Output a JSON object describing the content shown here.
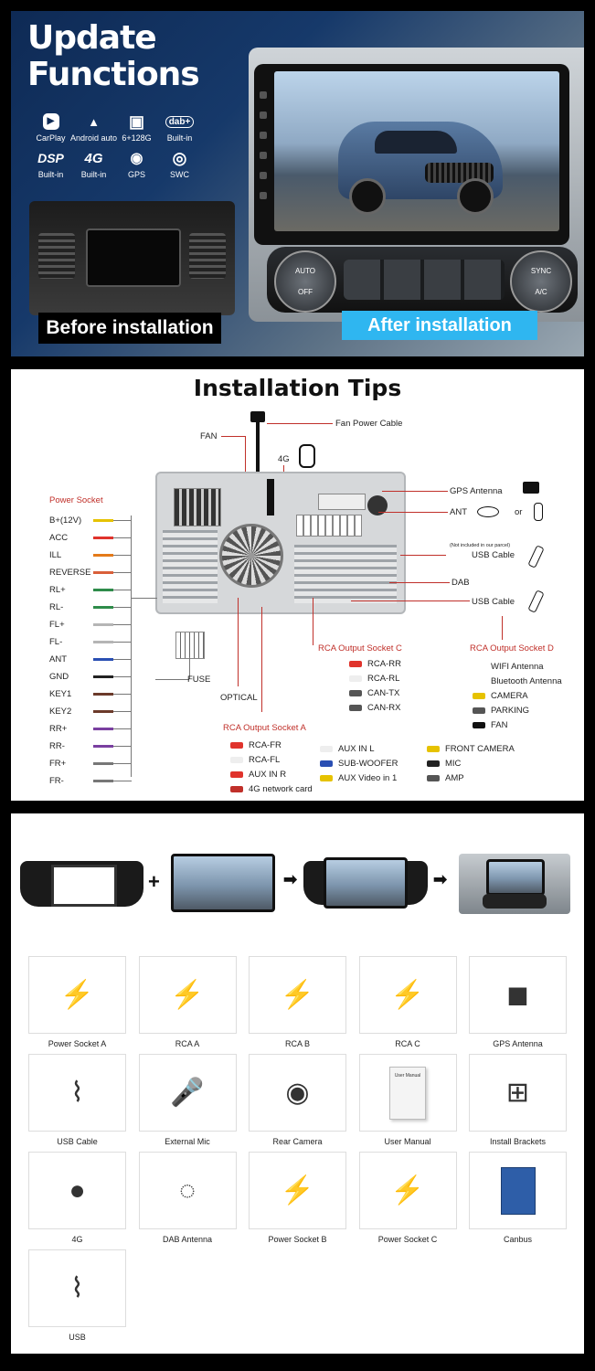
{
  "section1": {
    "headline_line1": "Update",
    "headline_line2": "Functions",
    "features": [
      {
        "icon": "carplay-icon",
        "glyph": "▶",
        "label": "CarPlay"
      },
      {
        "icon": "android-auto-icon",
        "glyph": "▲",
        "label": "Android auto"
      },
      {
        "icon": "chip-icon",
        "glyph": "▣",
        "label": "6+128G"
      },
      {
        "icon": "dab-icon",
        "glyph": "dab+",
        "label": "Built-in"
      },
      {
        "icon": "dsp-icon",
        "glyph": "DSP",
        "label": "Built-in"
      },
      {
        "icon": "4g-icon",
        "glyph": "4G",
        "label": "Built-in"
      },
      {
        "icon": "gps-icon",
        "glyph": "◉",
        "label": "GPS"
      },
      {
        "icon": "steering-wheel-icon",
        "glyph": "◎",
        "label": "SWC"
      }
    ],
    "before_label": "Before installation",
    "after_label": "After installation",
    "knob_left_top": "AUTO",
    "knob_left_bottom": "OFF",
    "knob_right_top": "SYNC",
    "knob_right_bottom": "A/C"
  },
  "section2": {
    "title": "Installation Tips",
    "fan": "FAN",
    "fan_power_cable": "Fan Power Cable",
    "label_4g": "4G",
    "gps_antenna": "GPS Antenna",
    "ant": "ANT",
    "or": "or",
    "not_included": "(Not included in our parcel)",
    "usb_cable_1": "USB Cable",
    "dab": "DAB",
    "usb_cable_2": "USB Cable",
    "power_socket": "Power Socket",
    "power_pins": [
      "B+(12V)",
      "ACC",
      "ILL",
      "REVERSE",
      "RL+",
      "RL-",
      "FL+",
      "FL-",
      "ANT",
      "GND",
      "KEY1",
      "KEY2",
      "RR+",
      "RR-",
      "FR+",
      "FR-"
    ],
    "power_pin_colors": [
      "#e6c200",
      "#e0332c",
      "#e47a1a",
      "#d9603a",
      "#2e8c4a",
      "#2e8c4a",
      "#b5b5b5",
      "#b5b5b5",
      "#2a4fb3",
      "#222222",
      "#6b3a2a",
      "#6b3a2a",
      "#7a3fa0",
      "#7a3fa0",
      "#777777",
      "#777777"
    ],
    "fuse": "FUSE",
    "optical": "OPTICAL",
    "rca_c_title": "RCA Output Socket C",
    "rca_c": [
      "RCA-RR",
      "RCA-RL",
      "CAN-TX",
      "CAN-RX"
    ],
    "rca_d_title": "RCA Output Socket D",
    "rca_d": [
      "WIFI Antenna",
      "Bluetooth Antenna",
      "CAMERA",
      "PARKING",
      "FAN"
    ],
    "rca_a_title": "RCA Output Socket A",
    "rca_a": [
      "RCA-FR",
      "RCA-FL",
      "AUX IN R",
      "4G network card"
    ],
    "aux": [
      "AUX IN L",
      "SUB-WOOFER",
      "AUX Video in 1"
    ],
    "camera": [
      "FRONT CAMERA",
      "MIC",
      "AMP"
    ]
  },
  "section3": {
    "plus": "+",
    "items": [
      {
        "label": "Power Socket A",
        "icon": "power-socket-a-icon"
      },
      {
        "label": "RCA  A",
        "icon": "rca-a-icon"
      },
      {
        "label": "RCA  B",
        "icon": "rca-b-icon"
      },
      {
        "label": "RCA  C",
        "icon": "rca-c-icon"
      },
      {
        "label": "GPS Antenna",
        "icon": "gps-antenna-icon"
      },
      {
        "label": "USB Cable",
        "icon": "usb-cable-icon"
      },
      {
        "label": "External Mic",
        "icon": "microphone-icon"
      },
      {
        "label": "Rear Camera",
        "icon": "camera-icon"
      },
      {
        "label": "User Manual",
        "icon": "manual-icon"
      },
      {
        "label": "Install Brackets",
        "icon": "bracket-icon"
      },
      {
        "label": "4G",
        "icon": "4g-antenna-icon"
      },
      {
        "label": "DAB Antenna",
        "icon": "dab-antenna-icon"
      },
      {
        "label": "Power Socket B",
        "icon": "power-socket-b-icon"
      },
      {
        "label": "Power Socket C",
        "icon": "power-socket-c-icon"
      },
      {
        "label": "Canbus",
        "icon": "canbus-icon"
      },
      {
        "label": "USB",
        "icon": "usb-icon"
      }
    ],
    "manual_title": "User Manual"
  }
}
